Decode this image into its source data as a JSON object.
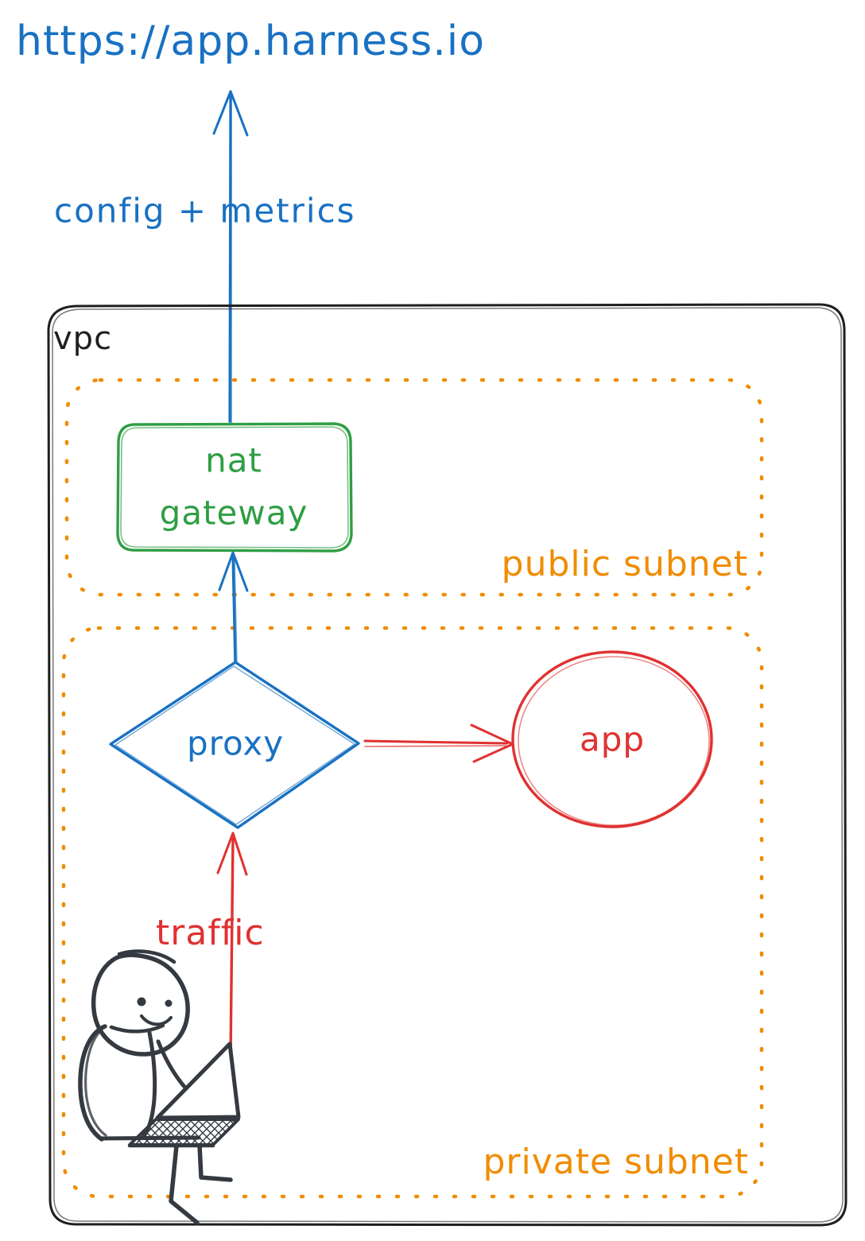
{
  "diagram": {
    "title": "https://app.harness.io",
    "style": "hand-drawn whiteboard sketch",
    "background": "#ffffff"
  },
  "colors": {
    "blue": "#1971c2",
    "green": "#2f9e44",
    "red": "#e03131",
    "orange": "#f08c00",
    "ink": "#343a40"
  },
  "labels": {
    "endpoint_url": "https://app.harness.io",
    "config_metrics": "config + metrics",
    "vpc": "vpc",
    "public_subnet": "public subnet",
    "private_subnet": "private subnet",
    "nat_gateway_line1": "nat",
    "nat_gateway_line2": "gateway",
    "proxy": "proxy",
    "app": "app",
    "traffic": "traffic"
  },
  "nodes": [
    {
      "id": "nat-gateway",
      "label": "nat gateway",
      "shape": "rounded-rectangle",
      "color": "#2f9e44",
      "container": "public subnet"
    },
    {
      "id": "proxy",
      "label": "proxy",
      "shape": "diamond",
      "color": "#1971c2",
      "container": "private subnet"
    },
    {
      "id": "app",
      "label": "app",
      "shape": "ellipse",
      "color": "#e03131",
      "container": "private subnet"
    },
    {
      "id": "user",
      "label": "person with laptop",
      "shape": "stick-figure",
      "color": "#343a40",
      "container": "private subnet"
    }
  ],
  "edges": [
    {
      "id": "nat-to-internet",
      "from": "nat gateway",
      "to": "https://app.harness.io",
      "label": "config + metrics",
      "color": "#1971c2",
      "direction": "up"
    },
    {
      "id": "proxy-to-nat",
      "from": "proxy",
      "to": "nat gateway",
      "label": "",
      "color": "#1971c2",
      "direction": "up"
    },
    {
      "id": "proxy-to-app",
      "from": "proxy",
      "to": "app",
      "label": "",
      "color": "#e03131",
      "direction": "right"
    },
    {
      "id": "user-to-proxy",
      "from": "user",
      "to": "proxy",
      "label": "traffic",
      "color": "#e03131",
      "direction": "up"
    }
  ],
  "containers": [
    {
      "id": "vpc",
      "label": "vpc",
      "border": "solid",
      "color": "#1e1e1e"
    },
    {
      "id": "public-subnet",
      "label": "public subnet",
      "border": "dotted",
      "color": "#f08c00"
    },
    {
      "id": "private-subnet",
      "label": "private subnet",
      "border": "dotted",
      "color": "#f08c00"
    }
  ]
}
